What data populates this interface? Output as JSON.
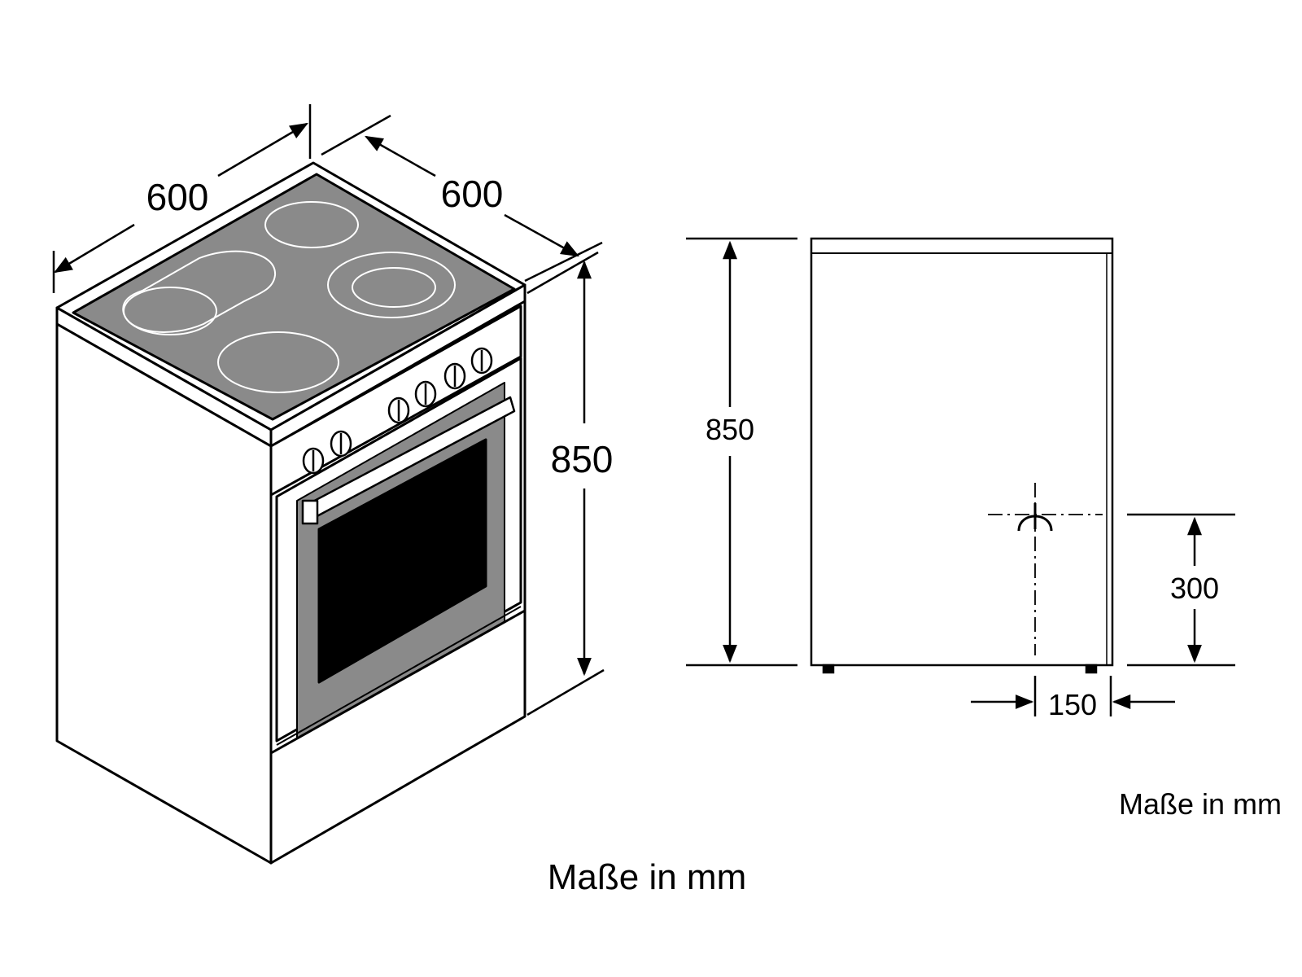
{
  "perspective_view": {
    "width_label": "600",
    "depth_label": "600",
    "height_label": "850",
    "caption": "Maße in mm"
  },
  "side_view": {
    "height_label": "850",
    "connection_height_label": "300",
    "connection_offset_label": "150",
    "caption": "Maße in mm"
  },
  "colors": {
    "line": "#000000",
    "cooktop": "#8a8a8a",
    "oven_glass": "#000000",
    "oven_frame": "#8a8a8a",
    "burner_ring": "#ffffff",
    "background": "#ffffff"
  },
  "icons": [
    "connection-socket-icon",
    "knob-icon"
  ]
}
